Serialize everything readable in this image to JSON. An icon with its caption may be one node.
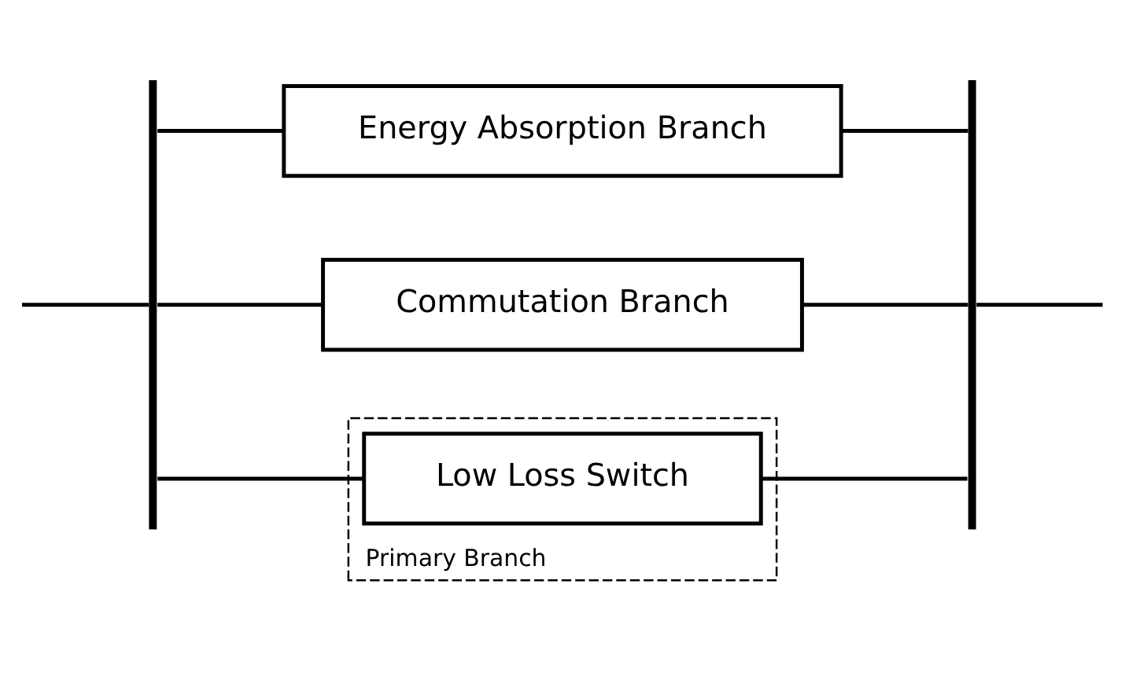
{
  "diagram": {
    "nodes": [
      {
        "text": [],
        "shape": "bar"
      },
      {
        "text": [
          "Energy Absorption Branch"
        ]
      },
      {
        "text": [
          "Commutation Branch"
        ]
      },
      {
        "text": [
          "Primary Branch"
        ]
      },
      {
        "text": [
          "Low Loss Switch"
        ],
        "in": 3
      },
      {
        "text": [],
        "shape": "bar"
      }
    ],
    "edges": [
      {
        "from": null,
        "to": 0,
        "arrow": "none"
      },
      {
        "from": 0,
        "to": 1,
        "arrow": "none"
      },
      {
        "from": 0,
        "to": 2,
        "arrow": "none"
      },
      {
        "from": 0,
        "to": 4,
        "arrow": "none"
      },
      {
        "from": 1,
        "to": 5,
        "arrow": "none"
      },
      {
        "from": 2,
        "to": 5,
        "arrow": "none"
      },
      {
        "from": 4,
        "to": 5,
        "arrow": "none"
      },
      {
        "from": 5,
        "to": null,
        "arrow": "none"
      }
    ]
  }
}
